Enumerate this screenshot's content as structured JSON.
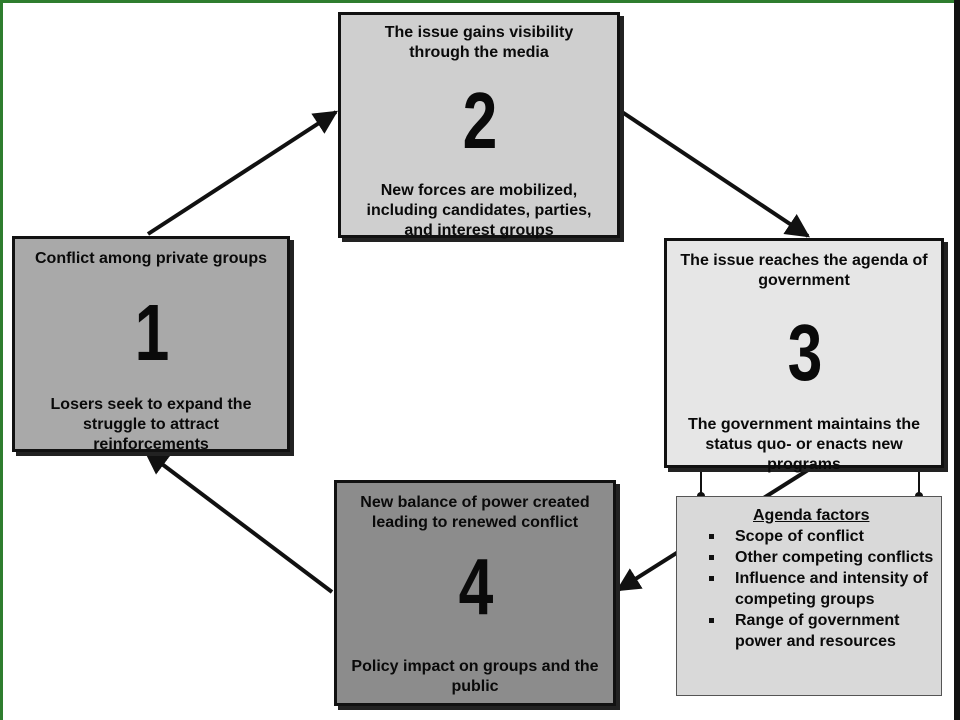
{
  "boxes": [
    {
      "id": "1",
      "top_text": "Conflict among private groups",
      "number": "1",
      "bottom_text": "Losers seek to expand the struggle to attract reinforcements"
    },
    {
      "id": "2",
      "top_text": "The issue gains visibility through the media",
      "number": "2",
      "bottom_text": "New forces are mobilized, including candidates, parties, and interest groups"
    },
    {
      "id": "3",
      "top_text": "The issue reaches the agenda of government",
      "number": "3",
      "bottom_text": "The government maintains the status quo- or enacts new programs"
    },
    {
      "id": "4",
      "top_text": "New balance of power created leading to renewed conflict",
      "number": "4",
      "bottom_text": "Policy impact on groups and the public"
    }
  ],
  "agenda_factors": {
    "title": "Agenda factors",
    "items": [
      "Scope of conflict",
      "Other competing conflicts",
      "Influence and intensity of competing groups",
      "Range of government power and resources"
    ]
  },
  "colors": {
    "box1": "#a9a9a9",
    "box2": "#cfcfcf",
    "box3": "#e6e6e6",
    "box4": "#8c8c8c",
    "factors": "#d9d9d9",
    "arrow": "#111111"
  }
}
